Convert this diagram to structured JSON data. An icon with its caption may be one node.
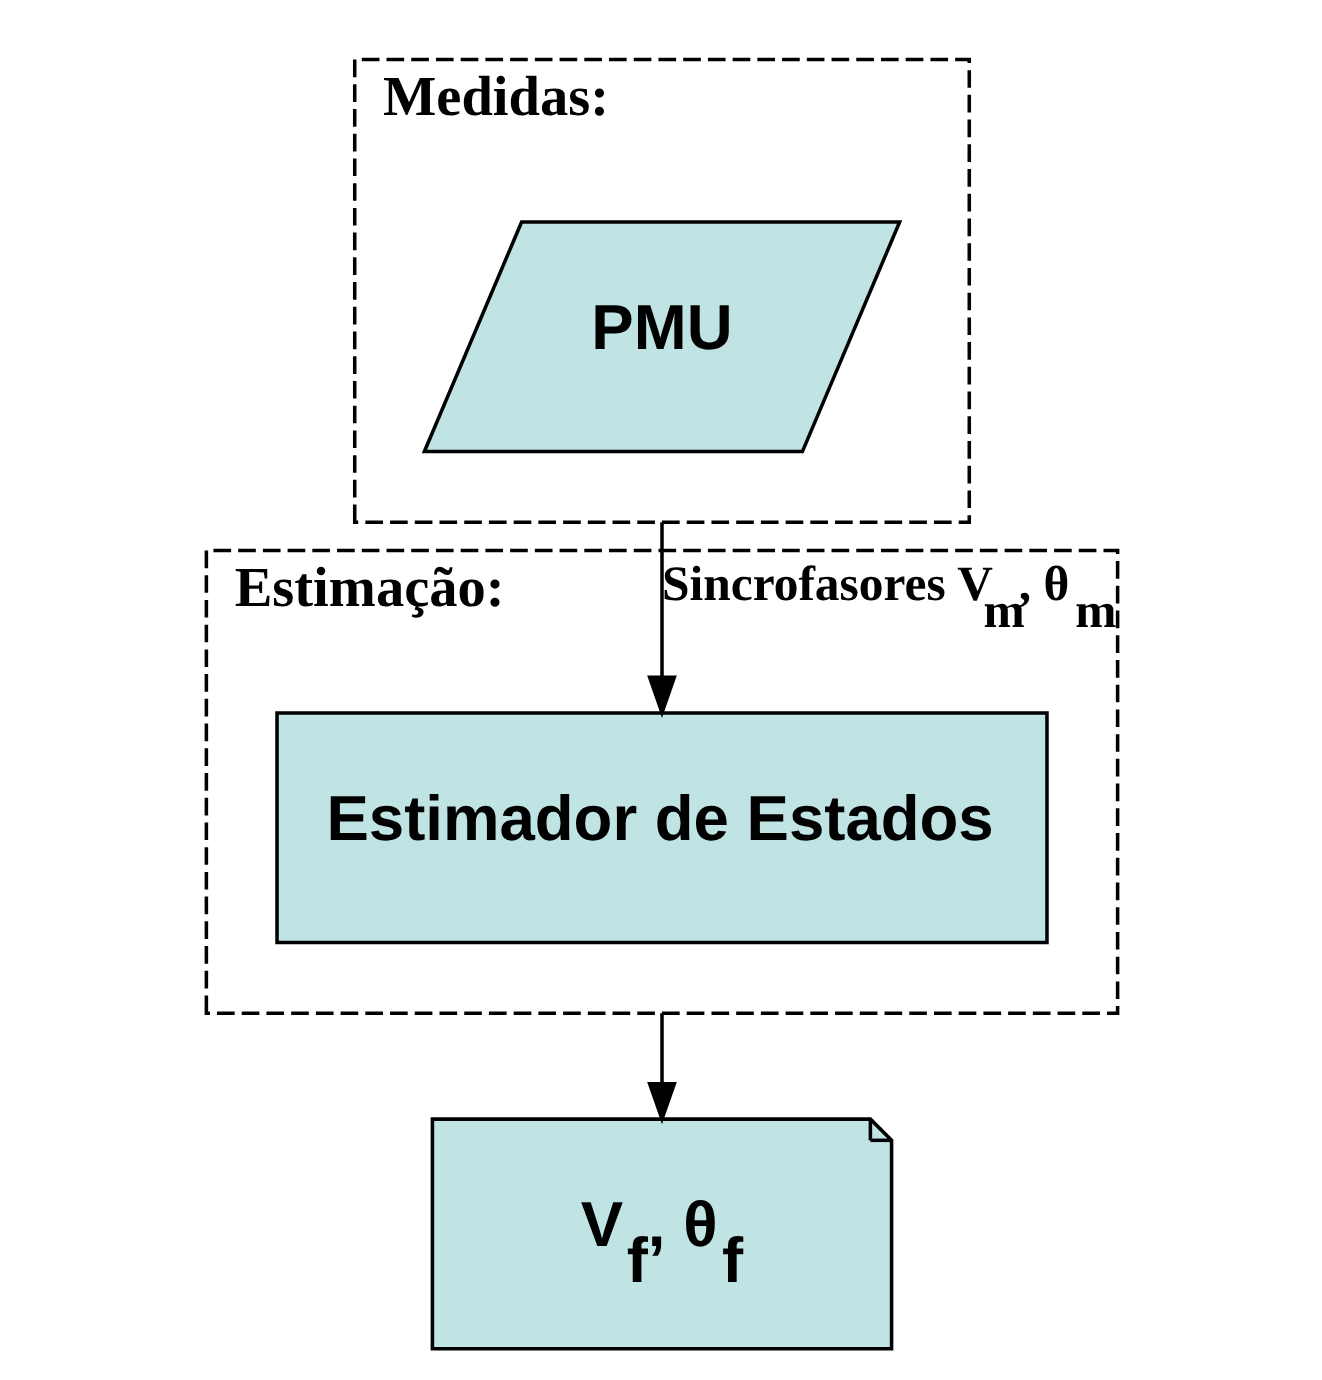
{
  "diagram": {
    "nodes": [
      {
        "text": [
          "Medidas:"
        ]
      },
      {
        "text": [
          "PMU"
        ],
        "in": 0
      },
      {
        "text": [
          "Estimação:"
        ]
      },
      {
        "text": [
          "Estimador de Estados"
        ],
        "in": 2
      },
      {
        "text": [
          "V$_{f}$, θ$_{f}$"
        ]
      }
    ],
    "edges": [
      {
        "from": 1,
        "to": 3,
        "arrow": "to",
        "label": "Sincrofasores V$_{m}$, θ$_{m}$"
      },
      {
        "from": 3,
        "to": 4,
        "arrow": "to"
      }
    ]
  }
}
